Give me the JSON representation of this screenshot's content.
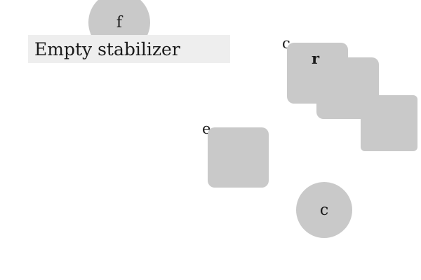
{
  "circle_top": {
    "label": "f"
  },
  "title_bar": {
    "text": "Empty stabilizer"
  },
  "stack_label": "c",
  "stack_top_tile": {
    "label": "r"
  },
  "square_label": "e",
  "circle_bottom": {
    "label": "c"
  },
  "colors": {
    "shape_fill": "#c9c9c9",
    "bar_fill": "#eeeeee"
  }
}
